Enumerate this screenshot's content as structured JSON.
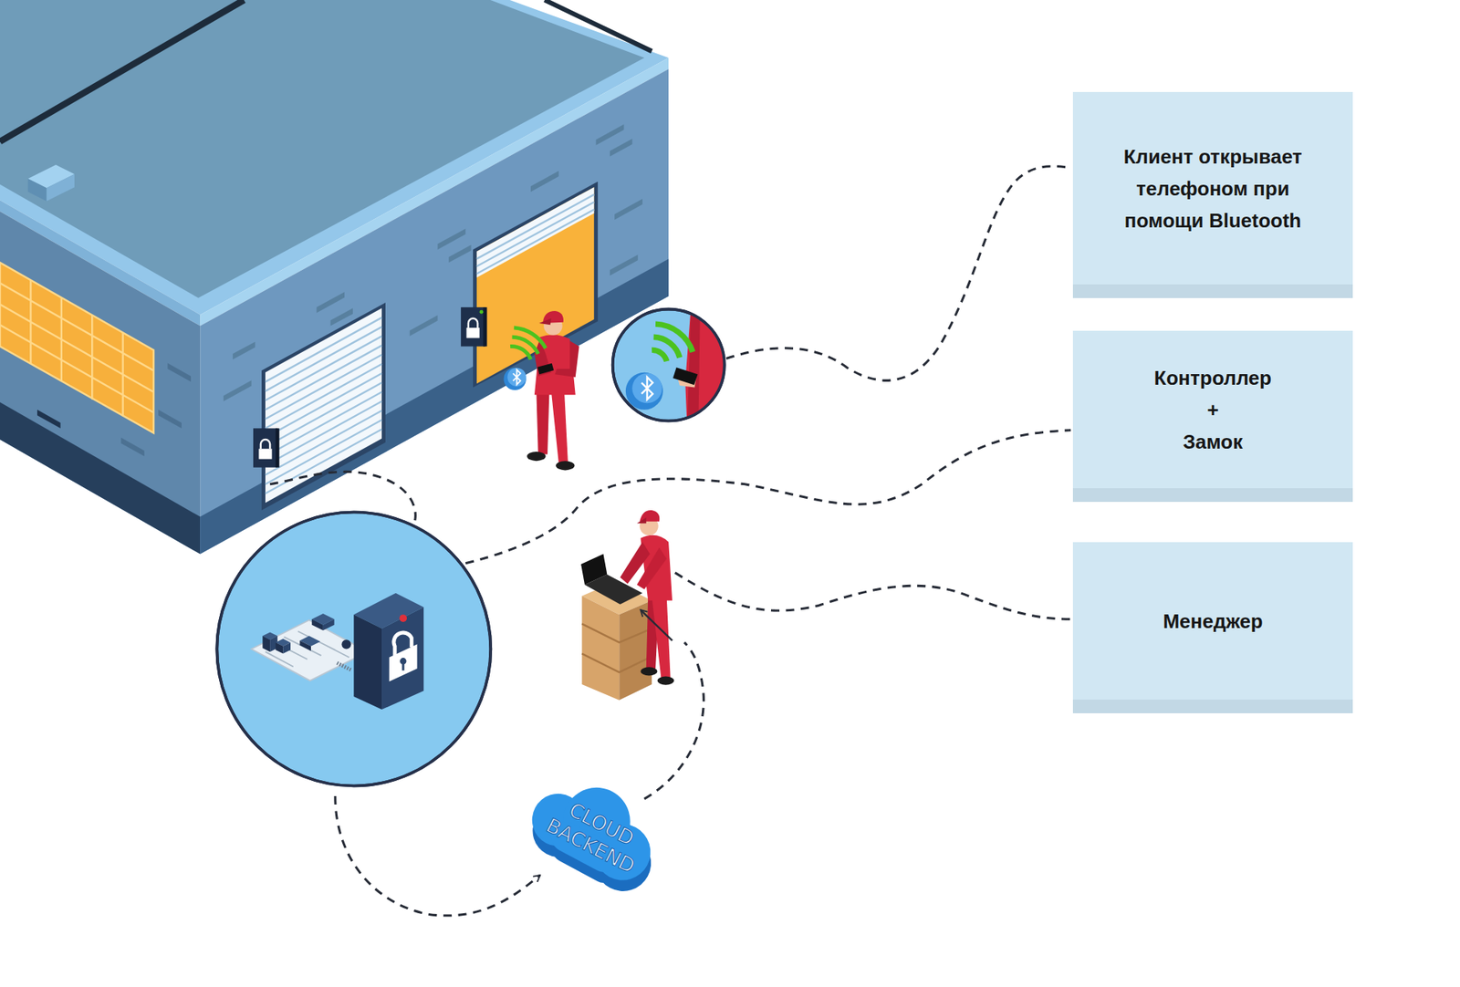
{
  "diagram": {
    "nodes": [
      {
        "text": [
          "Клиент открывает телефоном при помощи Bluetooth"
        ]
      },
      {
        "text": [
          "Контроллер + Замок"
        ]
      },
      {
        "text": [
          "Менеджер"
        ]
      },
      {
        "text": [
          "CLOUD BACKEND"
        ]
      }
    ]
  }
}
